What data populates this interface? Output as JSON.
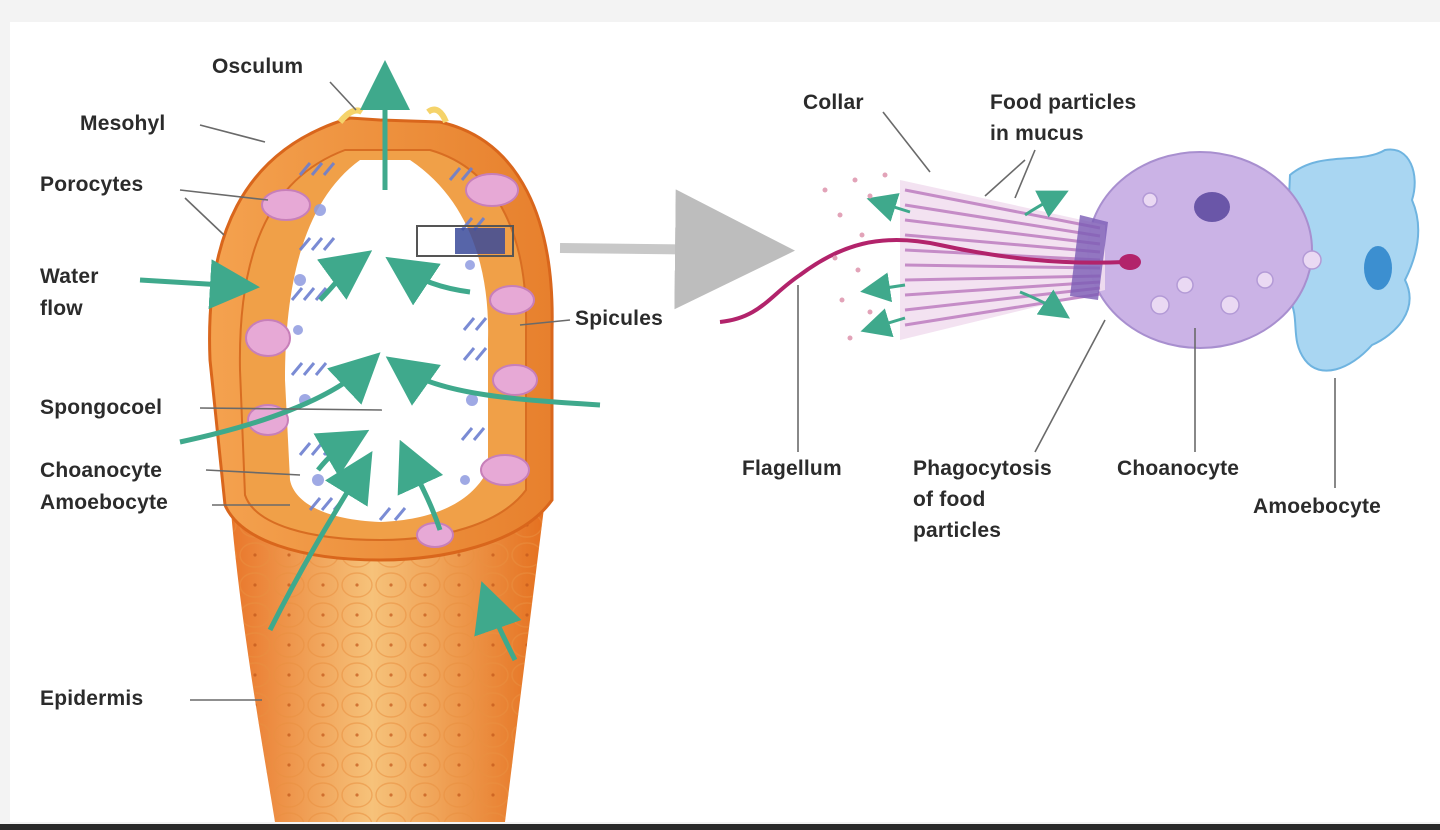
{
  "labels": {
    "osculum": "Osculum",
    "mesohyl": "Mesohyl",
    "porocytes": "Porocytes",
    "water_flow_1": "Water",
    "water_flow_2": "flow",
    "spongocoel": "Spongocoel",
    "choanocyte_left": "Choanocyte",
    "amoebocyte_left": "Amoebocyte",
    "epidermis": "Epidermis",
    "spicules": "Spicules",
    "collar": "Collar",
    "food_particles_1": "Food particles",
    "food_particles_2": "in mucus",
    "flagellum": "Flagellum",
    "phagocytosis_1": "Phagocytosis",
    "phagocytosis_2": "of food",
    "phagocytosis_3": "particles",
    "choanocyte_right": "Choanocyte",
    "amoebocyte_right": "Amoebocyte"
  },
  "colors": {
    "sponge_orange": "#ee8a3a",
    "sponge_light": "#f6c27a",
    "cavity": "#ffffff",
    "porocyte_pink": "#e7a9d6",
    "spicule_blue": "#6c7fd0",
    "water_arrow": "#3fa98c",
    "choanocyte_cell": "#cbb3e6",
    "amoebocyte_cell": "#a9d6f2",
    "flagellum": "#b2236b",
    "leader_line": "#555555"
  },
  "icons": {
    "water_flow_arrows": "arrow-icon",
    "zoom_arrow": "arrow-right-icon"
  }
}
